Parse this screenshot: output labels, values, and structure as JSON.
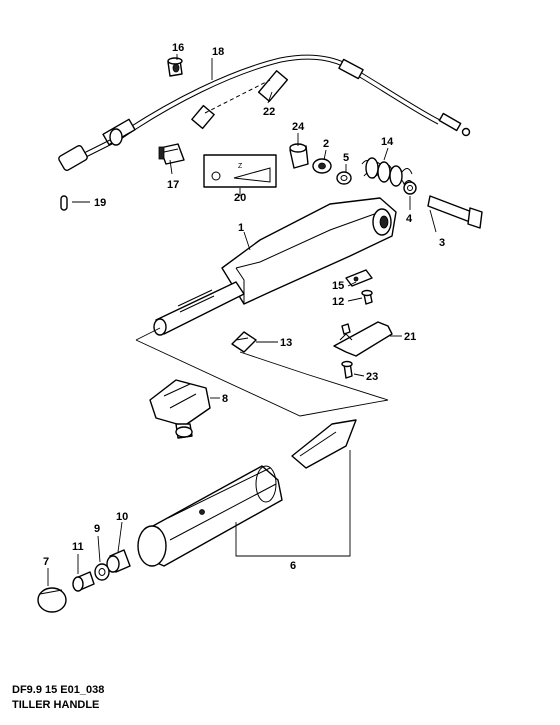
{
  "caption": {
    "code": "DF9.9 15 E01_038",
    "title": "TILLER HANDLE"
  },
  "callouts": [
    {
      "id": "p1",
      "number": "1"
    },
    {
      "id": "p2",
      "number": "2"
    },
    {
      "id": "p3",
      "number": "3"
    },
    {
      "id": "p4",
      "number": "4"
    },
    {
      "id": "p5",
      "number": "5"
    },
    {
      "id": "p6",
      "number": "6"
    },
    {
      "id": "p7",
      "number": "7"
    },
    {
      "id": "p8",
      "number": "8"
    },
    {
      "id": "p9",
      "number": "9"
    },
    {
      "id": "p10",
      "number": "10"
    },
    {
      "id": "p11",
      "number": "11"
    },
    {
      "id": "p12",
      "number": "12"
    },
    {
      "id": "p13",
      "number": "13"
    },
    {
      "id": "p14",
      "number": "14"
    },
    {
      "id": "p15",
      "number": "15"
    },
    {
      "id": "p16",
      "number": "16"
    },
    {
      "id": "p17",
      "number": "17"
    },
    {
      "id": "p18",
      "number": "18"
    },
    {
      "id": "p19",
      "number": "19"
    },
    {
      "id": "p20",
      "number": "20"
    },
    {
      "id": "p21",
      "number": "21"
    },
    {
      "id": "p22",
      "number": "22"
    },
    {
      "id": "p23",
      "number": "23"
    },
    {
      "id": "p24",
      "number": "24"
    }
  ]
}
